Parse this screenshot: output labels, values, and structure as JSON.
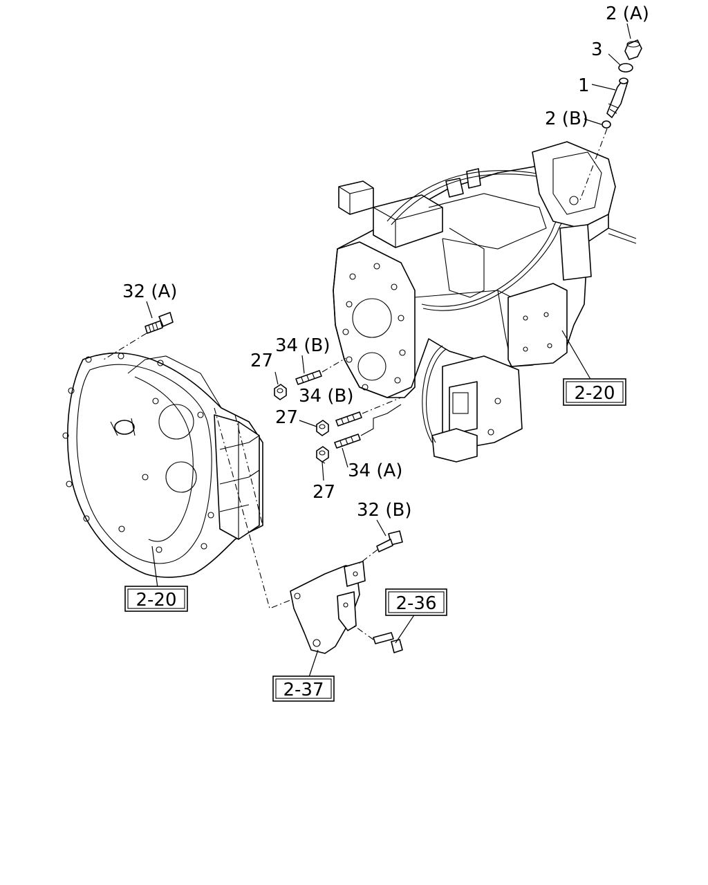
{
  "callouts": {
    "p2a": "2 (A)",
    "p3": "3",
    "p1": "1",
    "p2b": "2 (B)",
    "p32a": "32 (A)",
    "p34b_upper": "34 (B)",
    "p27_upper": "27",
    "p34b_lower": "34 (B)",
    "p27_middle": "27",
    "p34a": "34 (A)",
    "p27_lower": "27",
    "p32b": "32 (B)"
  },
  "references": {
    "ref_2_20_right": "2-20",
    "ref_2_20_left": "2-20",
    "ref_2_36": "2-36",
    "ref_2_37": "2-37"
  }
}
